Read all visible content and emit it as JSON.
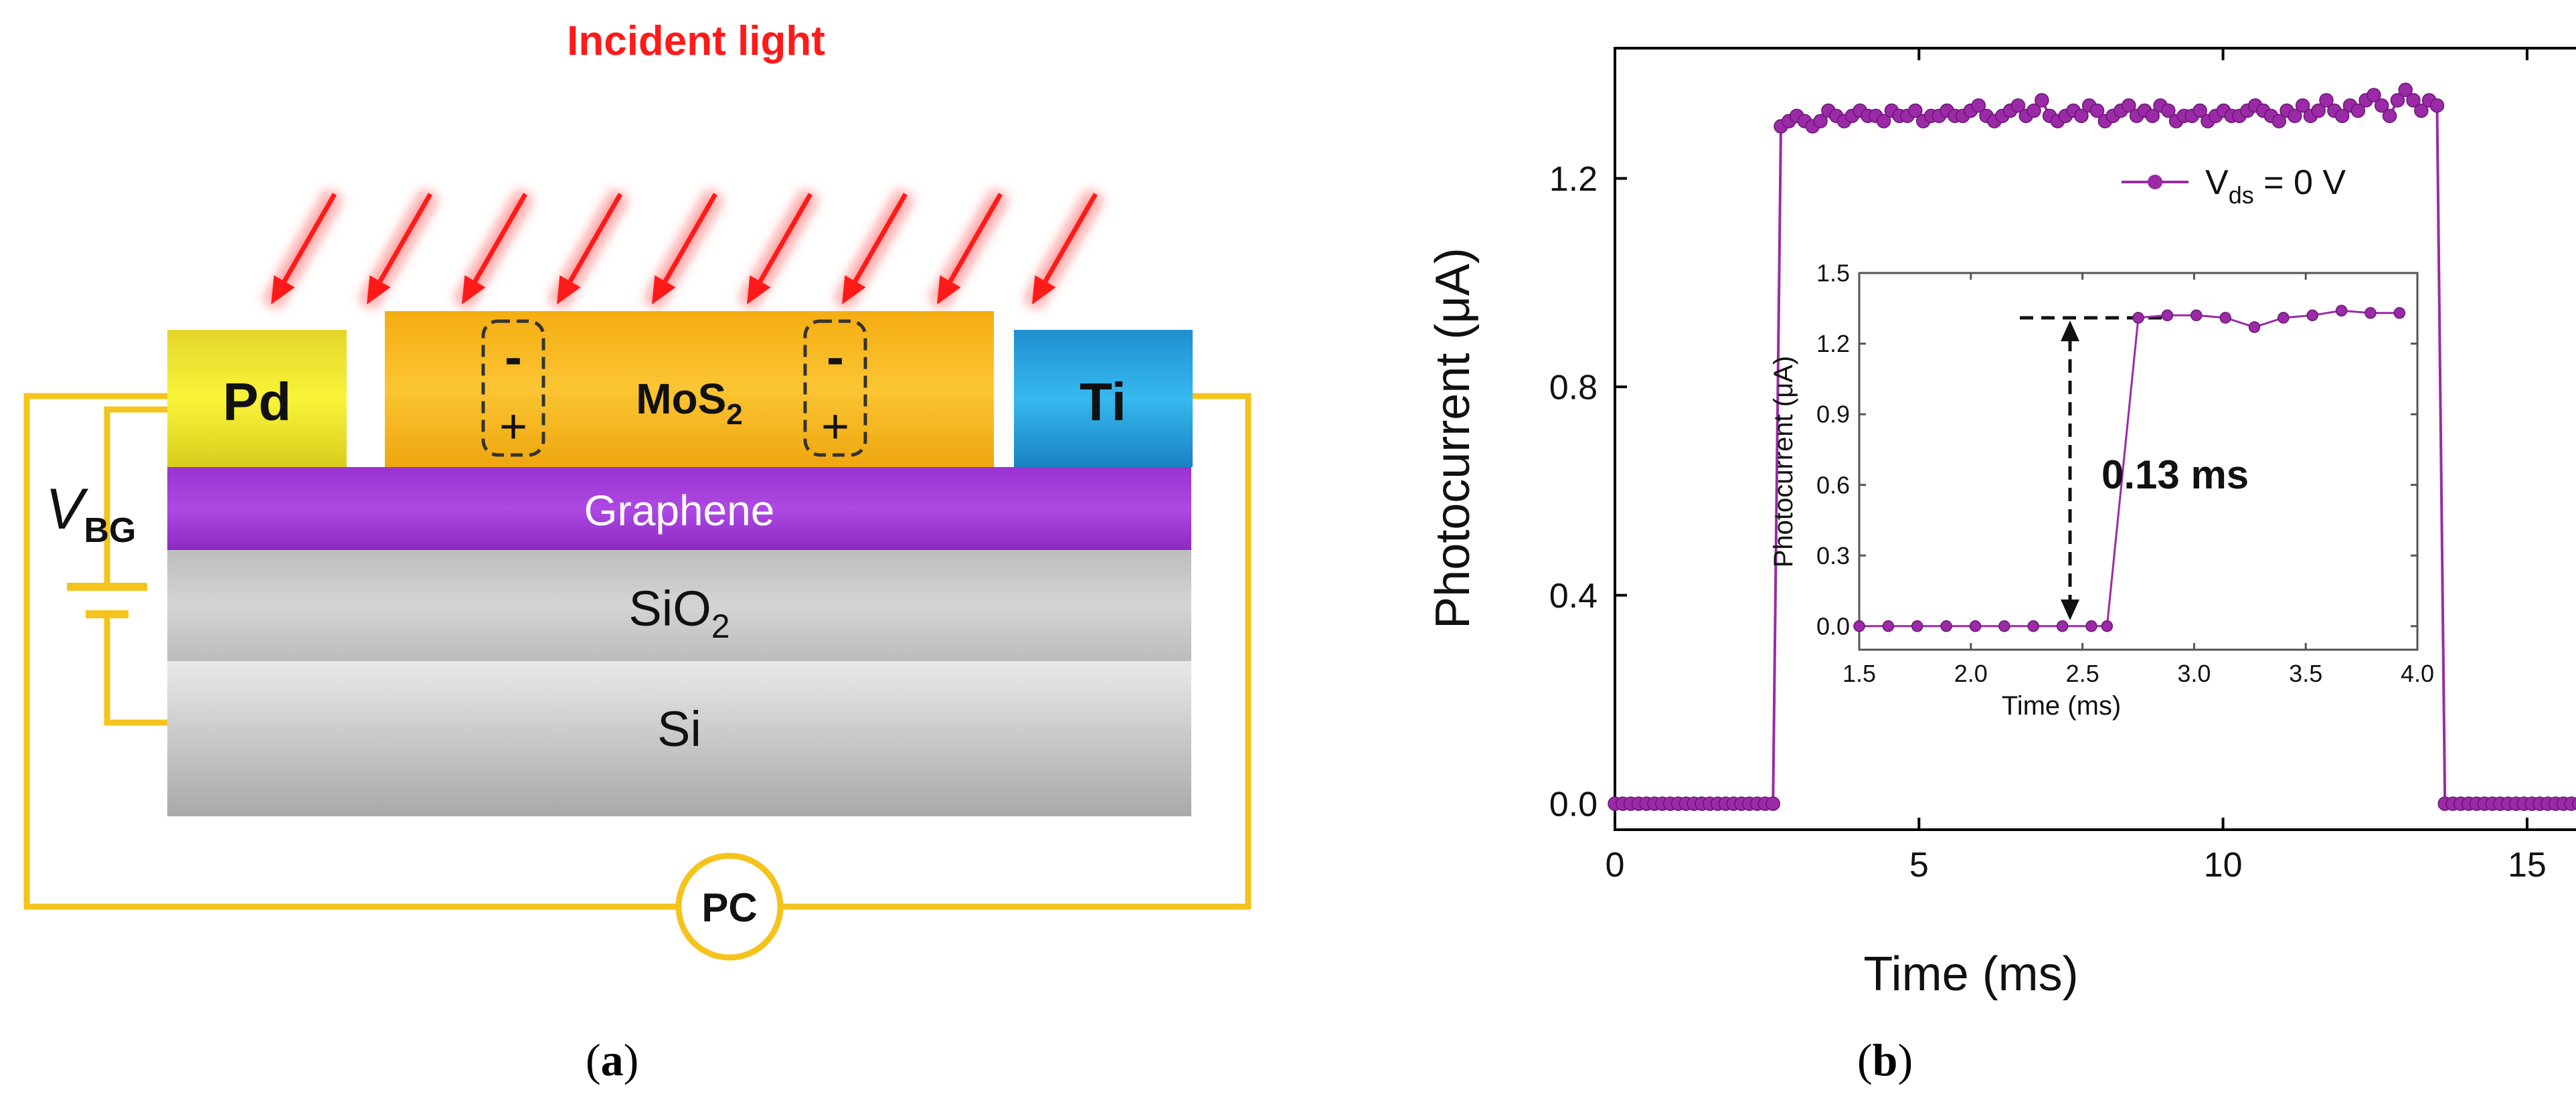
{
  "figure_a": {
    "caption_open": "(",
    "caption_letter": "a",
    "caption_close": ")",
    "incident_light_label": "Incident light",
    "pd_label": "Pd",
    "ti_label": "Ti",
    "mos2_label": "MoS",
    "mos2_subscript": "2",
    "graphene_label": "Graphene",
    "sio2_label": "SiO",
    "sio2_subscript": "2",
    "si_label": "Si",
    "vbg_label": "V",
    "vbg_subscript": "BG",
    "pc_label": "PC",
    "charge_minus": "-",
    "charge_plus": "+",
    "colors": {
      "light_arrow": "#ff1a1a",
      "pd": "#f2ee2a",
      "mos2": "#f7b81c",
      "ti": "#28a9e3",
      "graphene": "#a13ad6",
      "sio2": "#c4c4c4",
      "si": "#b7b7b7",
      "wire": "#f5c41c"
    }
  },
  "figure_b": {
    "caption_open": "(",
    "caption_letter": "b",
    "caption_close": ")",
    "colors": {
      "series": "#9b2aa6"
    }
  },
  "chart_data": [
    {
      "type": "line",
      "xlabel": "Time (ms)",
      "ylabel": "Photocurrent (μA)",
      "xlim": [
        0,
        16.3
      ],
      "ylim": [
        -0.05,
        1.45
      ],
      "xticks": [
        0,
        5,
        10,
        15
      ],
      "yticks": [
        0.0,
        0.4,
        0.8,
        1.2
      ],
      "xtick_labels": [
        "0",
        "5",
        "10",
        "15"
      ],
      "ytick_labels": [
        "0.0",
        "0.4",
        "0.8",
        "1.2"
      ],
      "legend_position": "top-right",
      "series": [
        {
          "name": "V",
          "name_subscript": "ds",
          "name_suffix": " = 0 V",
          "x_start": 0.0,
          "x_step": 0.13,
          "values": [
            0,
            0,
            0,
            0,
            0,
            0,
            0,
            0,
            0,
            0,
            0,
            0,
            0,
            0,
            0,
            0,
            0,
            0,
            0,
            0,
            0,
            1.3,
            1.31,
            1.32,
            1.31,
            1.3,
            1.31,
            1.33,
            1.32,
            1.31,
            1.32,
            1.33,
            1.32,
            1.32,
            1.31,
            1.33,
            1.32,
            1.32,
            1.33,
            1.31,
            1.32,
            1.32,
            1.33,
            1.32,
            1.32,
            1.33,
            1.34,
            1.32,
            1.31,
            1.32,
            1.33,
            1.34,
            1.32,
            1.33,
            1.35,
            1.32,
            1.31,
            1.32,
            1.33,
            1.32,
            1.34,
            1.33,
            1.31,
            1.32,
            1.33,
            1.34,
            1.32,
            1.33,
            1.32,
            1.34,
            1.33,
            1.31,
            1.32,
            1.32,
            1.33,
            1.31,
            1.32,
            1.33,
            1.32,
            1.32,
            1.33,
            1.34,
            1.33,
            1.32,
            1.31,
            1.33,
            1.32,
            1.34,
            1.32,
            1.33,
            1.35,
            1.33,
            1.32,
            1.34,
            1.33,
            1.35,
            1.36,
            1.34,
            1.32,
            1.35,
            1.37,
            1.35,
            1.33,
            1.35,
            1.34,
            0,
            0,
            0,
            0,
            0,
            0,
            0,
            0,
            0,
            0,
            0,
            0,
            0,
            0,
            0,
            0,
            0,
            0,
            0,
            0
          ]
        }
      ]
    },
    {
      "type": "line",
      "xlabel": "Time (ms)",
      "ylabel": "Photocurrent (μA)",
      "xlim": [
        1.5,
        4.0
      ],
      "ylim": [
        -0.1,
        1.5
      ],
      "xticks": [
        1.5,
        2.0,
        2.5,
        3.0,
        3.5,
        4.0
      ],
      "yticks": [
        0.0,
        0.3,
        0.6,
        0.9,
        1.2,
        1.5
      ],
      "xtick_labels": [
        "1.5",
        "2.0",
        "2.5",
        "3.0",
        "3.5",
        "4.0"
      ],
      "ytick_labels": [
        "0.0",
        "0.3",
        "0.6",
        "0.9",
        "1.2",
        "1.5"
      ],
      "annotation": "0.13 ms",
      "series": [
        {
          "x": [
            1.5,
            1.63,
            1.76,
            1.89,
            2.02,
            2.15,
            2.28,
            2.41,
            2.54,
            2.61,
            2.75,
            2.88,
            3.01,
            3.14,
            3.27,
            3.4,
            3.53,
            3.66,
            3.79,
            3.92
          ],
          "values": [
            0,
            0,
            0,
            0,
            0,
            0,
            0,
            0,
            0,
            0,
            1.31,
            1.32,
            1.32,
            1.31,
            1.27,
            1.31,
            1.32,
            1.34,
            1.33,
            1.33
          ]
        }
      ]
    }
  ]
}
